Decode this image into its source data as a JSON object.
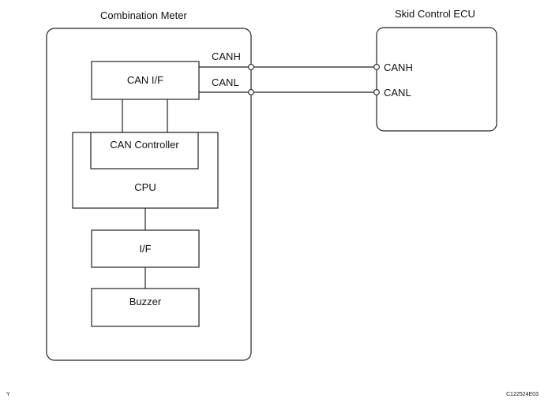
{
  "meter": {
    "title": "Combination Meter",
    "can_if": "CAN I/F",
    "can_controller": "CAN Controller",
    "cpu": "CPU",
    "if": "I/F",
    "buzzer": "Buzzer"
  },
  "ecu": {
    "title": "Skid Control ECU",
    "canh": "CANH",
    "canl": "CANL"
  },
  "wires": {
    "canh": "CANH",
    "canl": "CANL"
  },
  "footer": {
    "corner_mark": "Y",
    "figure_code": "C122524E03"
  }
}
